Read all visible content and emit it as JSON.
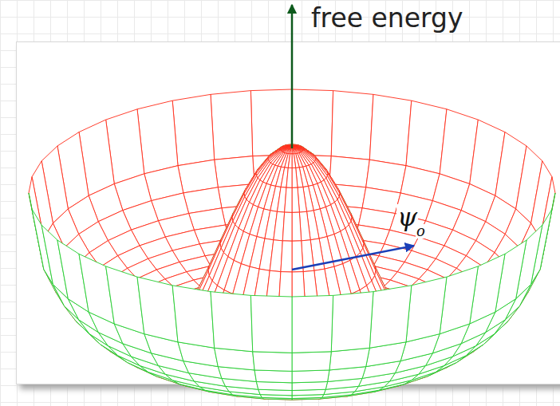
{
  "diagram": {
    "labels": [
      "free energy",
      "ψ",
      "o"
    ]
  }
}
